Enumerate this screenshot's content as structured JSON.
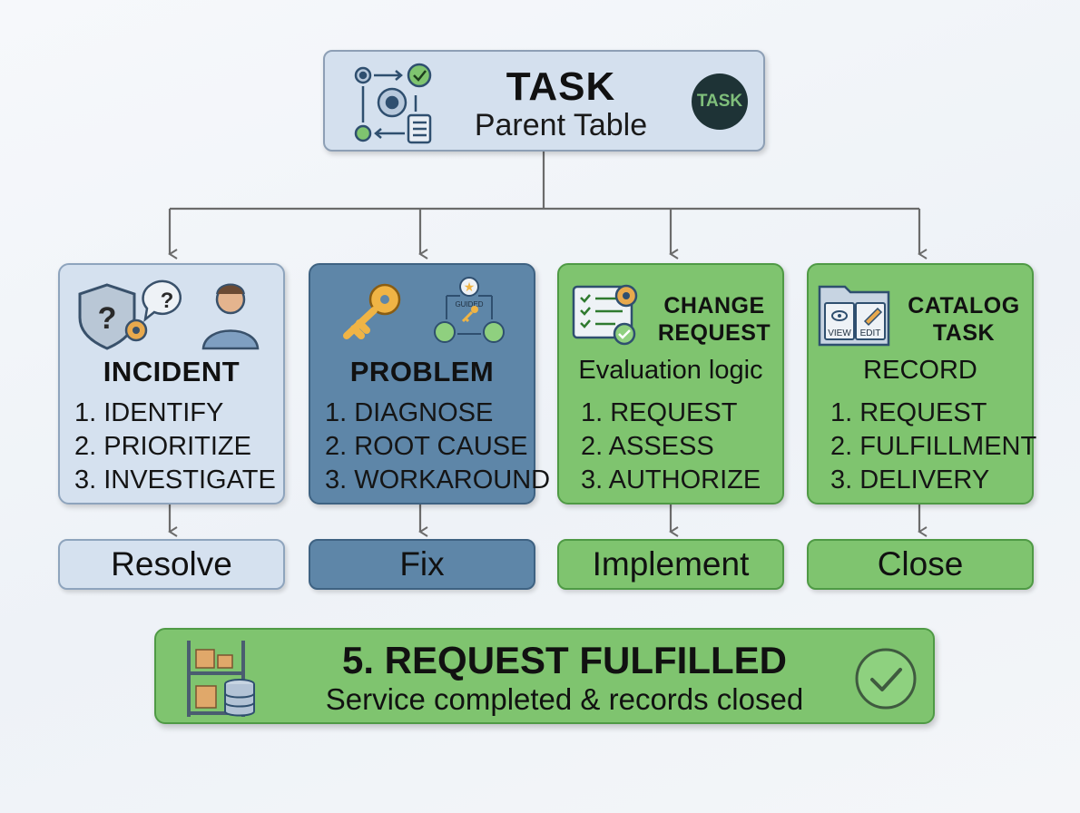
{
  "parent": {
    "title": "TASK",
    "subtitle": "Parent Table",
    "badge": "TASK",
    "icon": "gears-workflow-icon"
  },
  "children": [
    {
      "title": "INCIDENT",
      "icon": "shield-question-user-icon",
      "steps": [
        "1. IDENTIFY",
        "2. PRIORITIZE",
        "3. INVESTIGATE"
      ],
      "outcome": "Resolve"
    },
    {
      "title": "PROBLEM",
      "icon": "key-network-icon",
      "icon_text": "GUIDED",
      "steps": [
        "1. DIAGNOSE",
        "2. ROOT CAUSE",
        "3. WORKAROUND"
      ],
      "outcome": "Fix"
    },
    {
      "title_line1": "CHANGE",
      "title_line2": "REQUEST",
      "subtitle": "Evaluation logic",
      "icon": "checklist-gear-icon",
      "steps": [
        "1. REQUEST",
        "2. ASSESS",
        "3. AUTHORIZE"
      ],
      "outcome": "Implement"
    },
    {
      "title_line1": "CATALOG",
      "title_line2": "TASK",
      "subtitle": "RECORD",
      "icon": "folder-view-edit-icon",
      "icon_labels": [
        "VIEW",
        "EDIT"
      ],
      "steps": [
        "1. REQUEST",
        "2. FULFILLMENT",
        "3. DELIVERY"
      ],
      "outcome": "Close"
    }
  ],
  "final": {
    "title": "5. REQUEST FULFILLED",
    "subtitle": "Service completed & records closed",
    "icon_left": "warehouse-database-icon",
    "icon_right": "check-circle-icon"
  },
  "colors": {
    "light_blue": "#d5e1ef",
    "dark_blue": "#5e86a8",
    "green": "#7fc46f",
    "connector": "#6b6b6b"
  }
}
